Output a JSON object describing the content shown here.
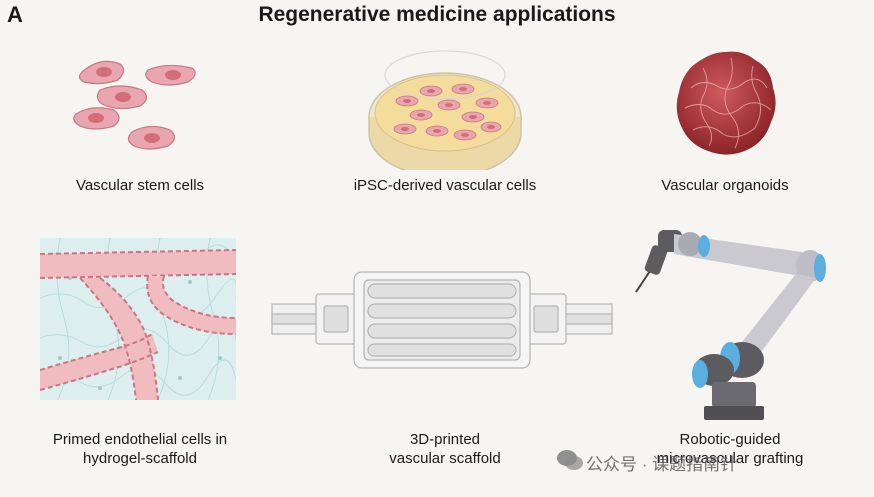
{
  "panel_letter": "A",
  "title": "Regenerative medicine applications",
  "items": [
    {
      "caption": "Vascular stem cells",
      "icon": "stem-cells-illustration"
    },
    {
      "caption": "iPSC-derived vascular cells",
      "icon": "petri-dish-illustration"
    },
    {
      "caption": "Vascular organoids",
      "icon": "organoid-illustration"
    },
    {
      "caption_line1": "Primed endothelial cells in",
      "caption_line2": "hydrogel-scaffold",
      "icon": "hydrogel-vessels-illustration"
    },
    {
      "caption_line1": "3D-printed",
      "caption_line2": "vascular scaffold",
      "icon": "scaffold-illustration"
    },
    {
      "caption_line1": "Robotic-guided",
      "caption_line2": "microvascular grafting",
      "icon": "robot-arm-illustration"
    }
  ],
  "watermark": "公众号 · 课题指南针",
  "colors": {
    "cell_fill": "#e9a6ae",
    "cell_nucleus": "#d46c79",
    "dish_medium": "#f3dc9c",
    "organoid": "#b8393f",
    "hydrogel_bg": "#dcefee",
    "vessel": "#f1bcc0",
    "scaffold": "#e9e9e9",
    "robot_body": "#c9c9cf",
    "robot_joint": "#5aaee0"
  }
}
